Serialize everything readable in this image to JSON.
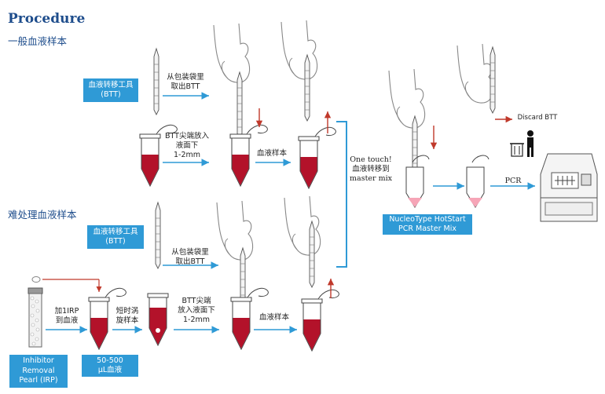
{
  "title": "Procedure",
  "sections": {
    "normal": "一般血液样本",
    "difficult": "难处理血液样本"
  },
  "boxes": {
    "btt_top": "血液转移工具\n(BTT)",
    "btt_bottom": "血液转移工具\n(BTT)",
    "master_mix": "NucleoType HotStart\nPCR Master Mix",
    "irp": "Inhibitor\nRemoval\nPearl (IRP)",
    "volume": "50-500\nμL血液"
  },
  "labels": {
    "take_btt_top": "从包装袋里\n取出BTT",
    "insert_top": "BTT尖端放入\n液面下\n1-2mm",
    "blood_sample_top": "血液样本",
    "one_touch": "One touch!\n血液转移到\nmaster mix",
    "discard": "Discard BTT",
    "pcr": "PCR",
    "take_btt_bottom": "从包装袋里\n取出BTT",
    "add_irp": "加1IRP\n到血液",
    "vortex": "短时涡\n旋样本",
    "insert_bottom": "BTT尖端\n放入液面下\n1-2mm",
    "blood_sample_bottom": "血液样本"
  },
  "colors": {
    "title": "#1e4d8c",
    "box": "#2f9ad6",
    "arrow": "#2f9ad6",
    "blood": "#b3122a",
    "red_arrow": "#c0392b"
  },
  "icons": [
    "pipette-icon",
    "tube-icon",
    "hand-icon",
    "trash-icon",
    "person-icon",
    "pcr-machine-icon",
    "bead-icon"
  ]
}
